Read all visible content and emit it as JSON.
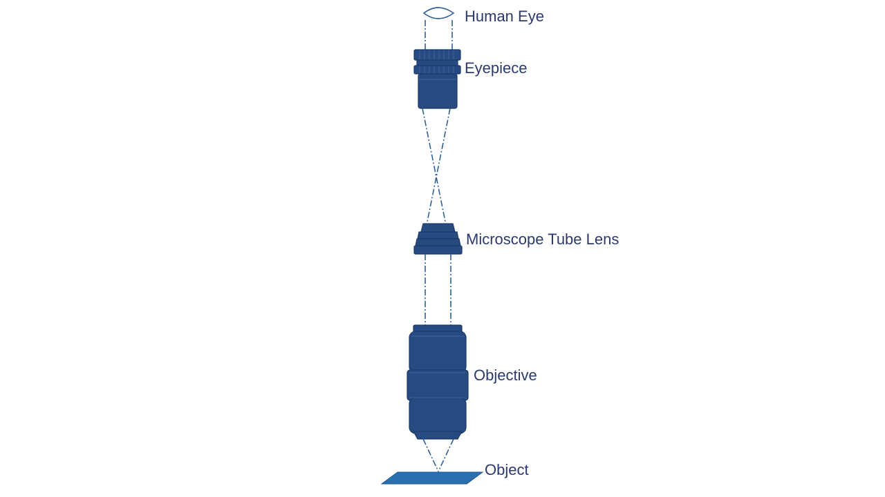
{
  "labels": {
    "eye": "Human Eye",
    "eyepiece": "Eyepiece",
    "tube_lens": "Microscope Tube Lens",
    "objective": "Objective",
    "object": "Object"
  },
  "colors": {
    "component": "#274b80",
    "object": "#2a6fb0",
    "ray": "#2f5f98",
    "text": "#2b3a6b"
  }
}
